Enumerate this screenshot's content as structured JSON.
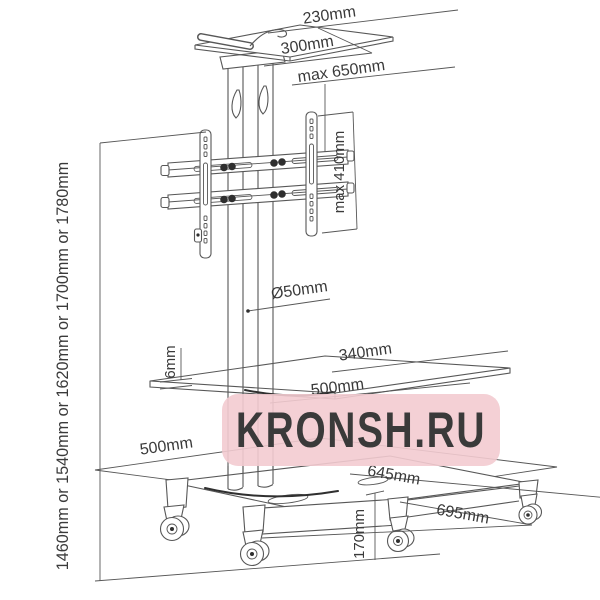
{
  "diagram": {
    "title": "mobile TV stand technical drawing",
    "background": "#ffffff",
    "line_color": "#575757",
    "text_color": "#3a3a3a",
    "labels": {
      "top_shelf_depth": "230mm",
      "top_shelf_width": "300mm",
      "max_lift": "max 650mm",
      "bracket_height": "max 410mm",
      "pole_diameter": "Ø50mm",
      "mid_shelf_depth": "340mm",
      "mid_shelf_thickness": "6mm",
      "mid_shelf_width": "500mm",
      "base_width": "500mm",
      "base_depth": "645mm",
      "base_leg_length": "695mm",
      "base_height": "170mm",
      "overall_height": "1460mm or 1540mm or 1620mm or 1700mm or 1780mm"
    },
    "watermark": {
      "text": "KRONSH.RU",
      "background": "#f3cbd0",
      "color": "#fdf2f3"
    }
  }
}
